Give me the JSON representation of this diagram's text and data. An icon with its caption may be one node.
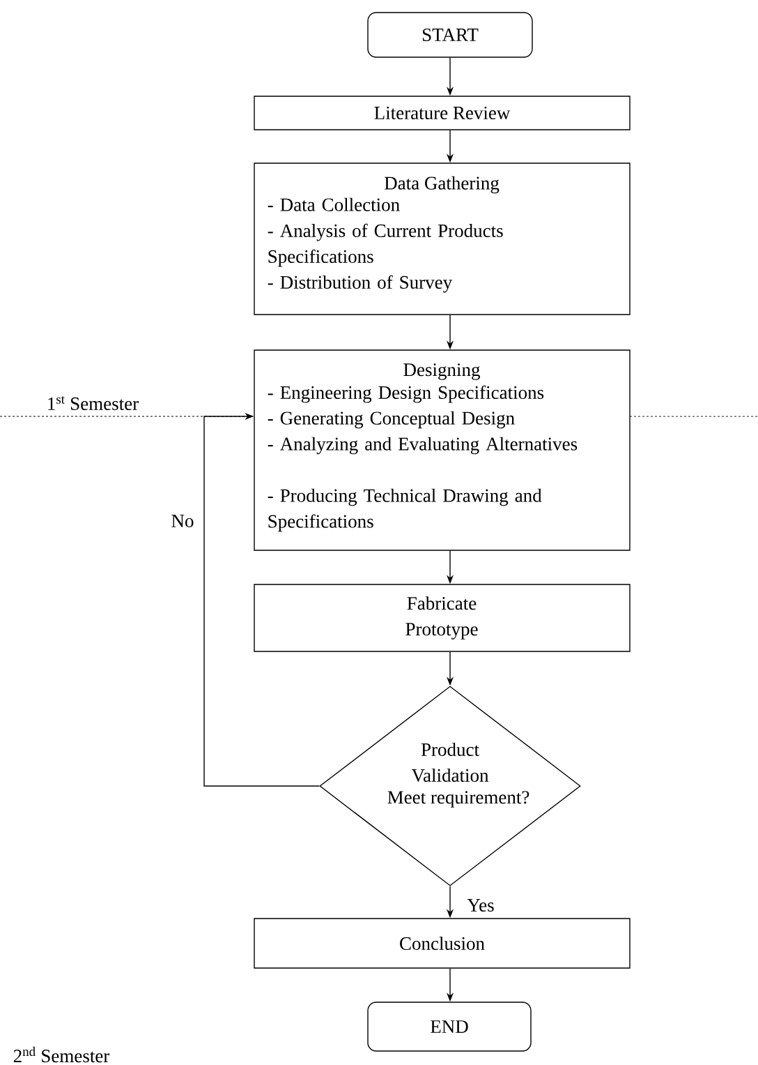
{
  "diagram": {
    "nodes": [
      {
        "text": [
          "START"
        ]
      },
      {
        "text": [
          "Literature Review"
        ]
      },
      {
        "text": [
          "Data Gathering",
          "- Data Collection",
          "- Analysis of Current Products Specifications",
          "- Distribution of Survey"
        ]
      },
      {
        "text": [
          "Designing",
          "- Engineering Design Specifications",
          "- Generating Conceptual Design",
          "- Analyzing and Evaluating Alternatives",
          "- Producing Technical Drawing and Specifications"
        ]
      },
      {
        "text": [
          "Fabricate Prototype"
        ]
      },
      {
        "text": [
          "Product Validation",
          "Meet requirement?"
        ]
      },
      {
        "text": [
          "Conclusion"
        ]
      },
      {
        "text": [
          "END"
        ]
      }
    ],
    "edges": [
      {
        "from": 0,
        "to": 1,
        "arrow": "to"
      },
      {
        "from": 1,
        "to": 2,
        "arrow": "to"
      },
      {
        "from": 2,
        "to": 3,
        "arrow": "to"
      },
      {
        "from": 3,
        "to": 4,
        "arrow": "to"
      },
      {
        "from": 4,
        "to": 5,
        "arrow": "to"
      },
      {
        "from": 5,
        "to": 3,
        "arrow": "to",
        "label": "No"
      },
      {
        "from": 5,
        "to": 6,
        "arrow": "to",
        "label": "Yes"
      },
      {
        "from": 6,
        "to": 7,
        "arrow": "to"
      }
    ],
    "labels": [
      "1$^{st}$ Semester",
      "2$^{nd}$ Semester"
    ]
  }
}
